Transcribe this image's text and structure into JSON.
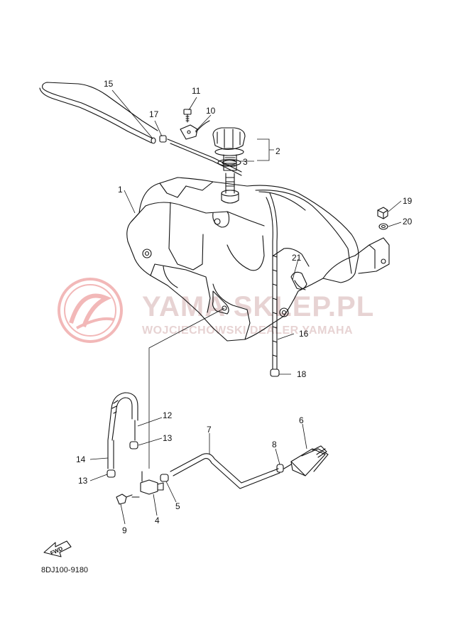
{
  "diagram": {
    "diagram_code": "8DJ100-9180",
    "fwd_label": "FWD",
    "watermark": {
      "title": "YAMA SKLEP.PL",
      "subtitle": "WOJCIECHOWSKI DEALER YAMAHA"
    },
    "callouts": [
      {
        "id": "c1",
        "label": "1"
      },
      {
        "id": "c2",
        "label": "2"
      },
      {
        "id": "c3",
        "label": "3"
      },
      {
        "id": "c4",
        "label": "4"
      },
      {
        "id": "c5",
        "label": "5"
      },
      {
        "id": "c6",
        "label": "6"
      },
      {
        "id": "c7",
        "label": "7"
      },
      {
        "id": "c8",
        "label": "8"
      },
      {
        "id": "c9",
        "label": "9"
      },
      {
        "id": "c10",
        "label": "10"
      },
      {
        "id": "c11",
        "label": "11"
      },
      {
        "id": "c12",
        "label": "12"
      },
      {
        "id": "c13a",
        "label": "13"
      },
      {
        "id": "c13b",
        "label": "13"
      },
      {
        "id": "c14",
        "label": "14"
      },
      {
        "id": "c15",
        "label": "15"
      },
      {
        "id": "c16",
        "label": "16"
      },
      {
        "id": "c17",
        "label": "17"
      },
      {
        "id": "c18",
        "label": "18"
      },
      {
        "id": "c19",
        "label": "19"
      },
      {
        "id": "c20",
        "label": "20"
      },
      {
        "id": "c21",
        "label": "21"
      }
    ]
  }
}
